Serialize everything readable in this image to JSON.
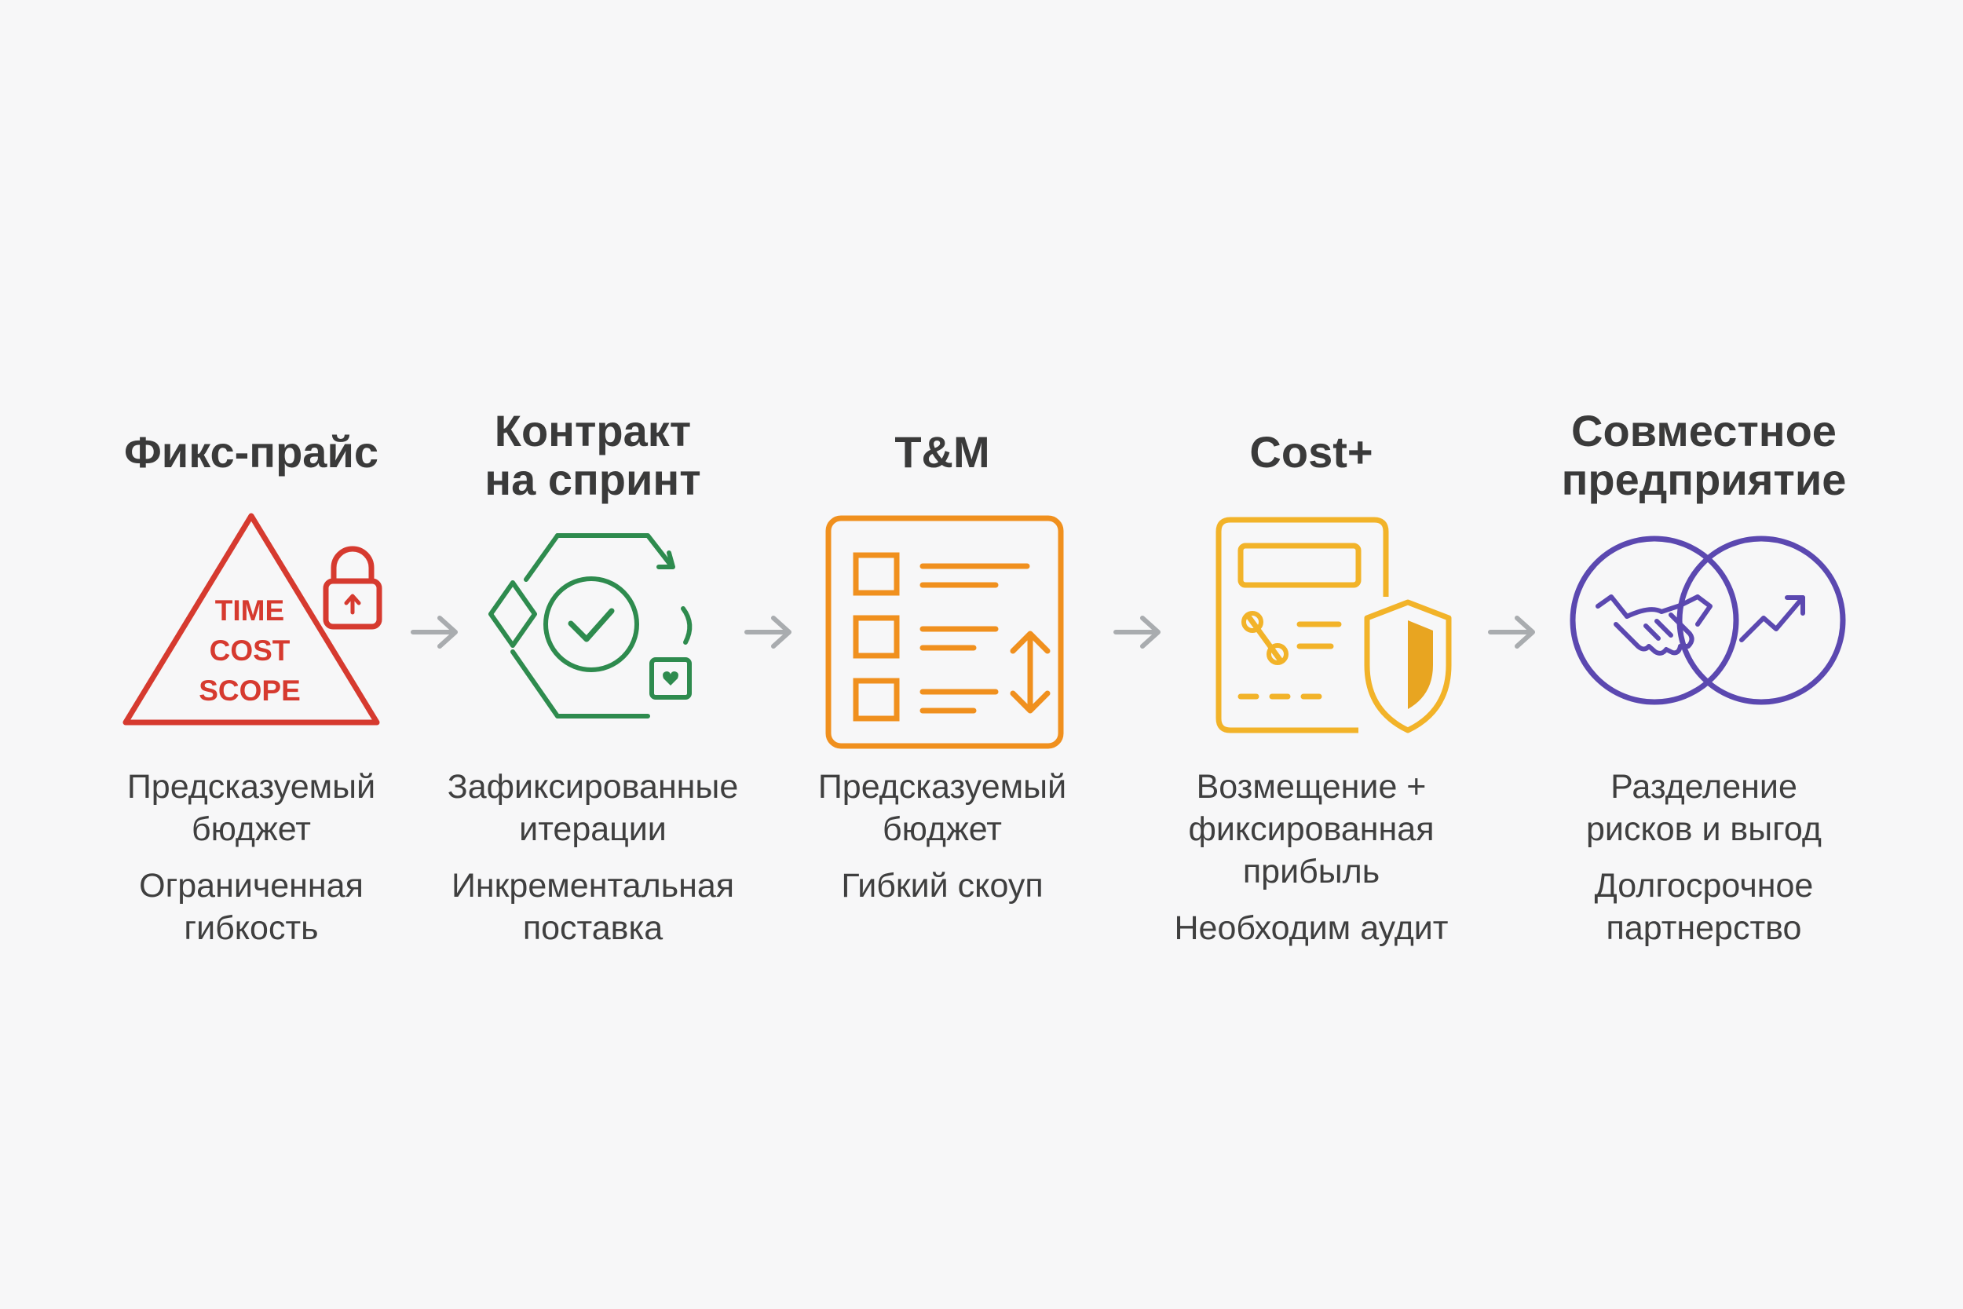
{
  "colors": {
    "red": "#d63a2f",
    "green": "#2e8b4e",
    "orange": "#f0901e",
    "yellow": "#f2b329",
    "purple": "#5b48b0",
    "arrow": "#a9acaf"
  },
  "steps": [
    {
      "title": "Фикс-прайс",
      "icon": "triangle-lock-icon",
      "icon_text": [
        "TIME",
        "COST",
        "SCOPE"
      ],
      "lines": [
        "Предсказуемый\nбюджет",
        "Ограниченная\nгибкость"
      ]
    },
    {
      "title": "Контракт\nна спринт",
      "icon": "sprint-cycle-icon",
      "lines": [
        "Зафиксированные\nитерации",
        "Инкрементальная\nпоставка"
      ]
    },
    {
      "title": "T&M",
      "icon": "checklist-icon",
      "lines": [
        "Предсказуемый\nбюджет",
        "Гибкий скоуп"
      ]
    },
    {
      "title": "Cost+",
      "icon": "calculator-shield-icon",
      "lines": [
        "Возмещение +\nфиксированная прибыль",
        "Необходим аудит"
      ]
    },
    {
      "title": "Совместное\nпредприятие",
      "icon": "venn-handshake-icon",
      "lines": [
        "Разделение\nрисков и выгод",
        "Долгосрочное\nпартнерство"
      ]
    }
  ]
}
